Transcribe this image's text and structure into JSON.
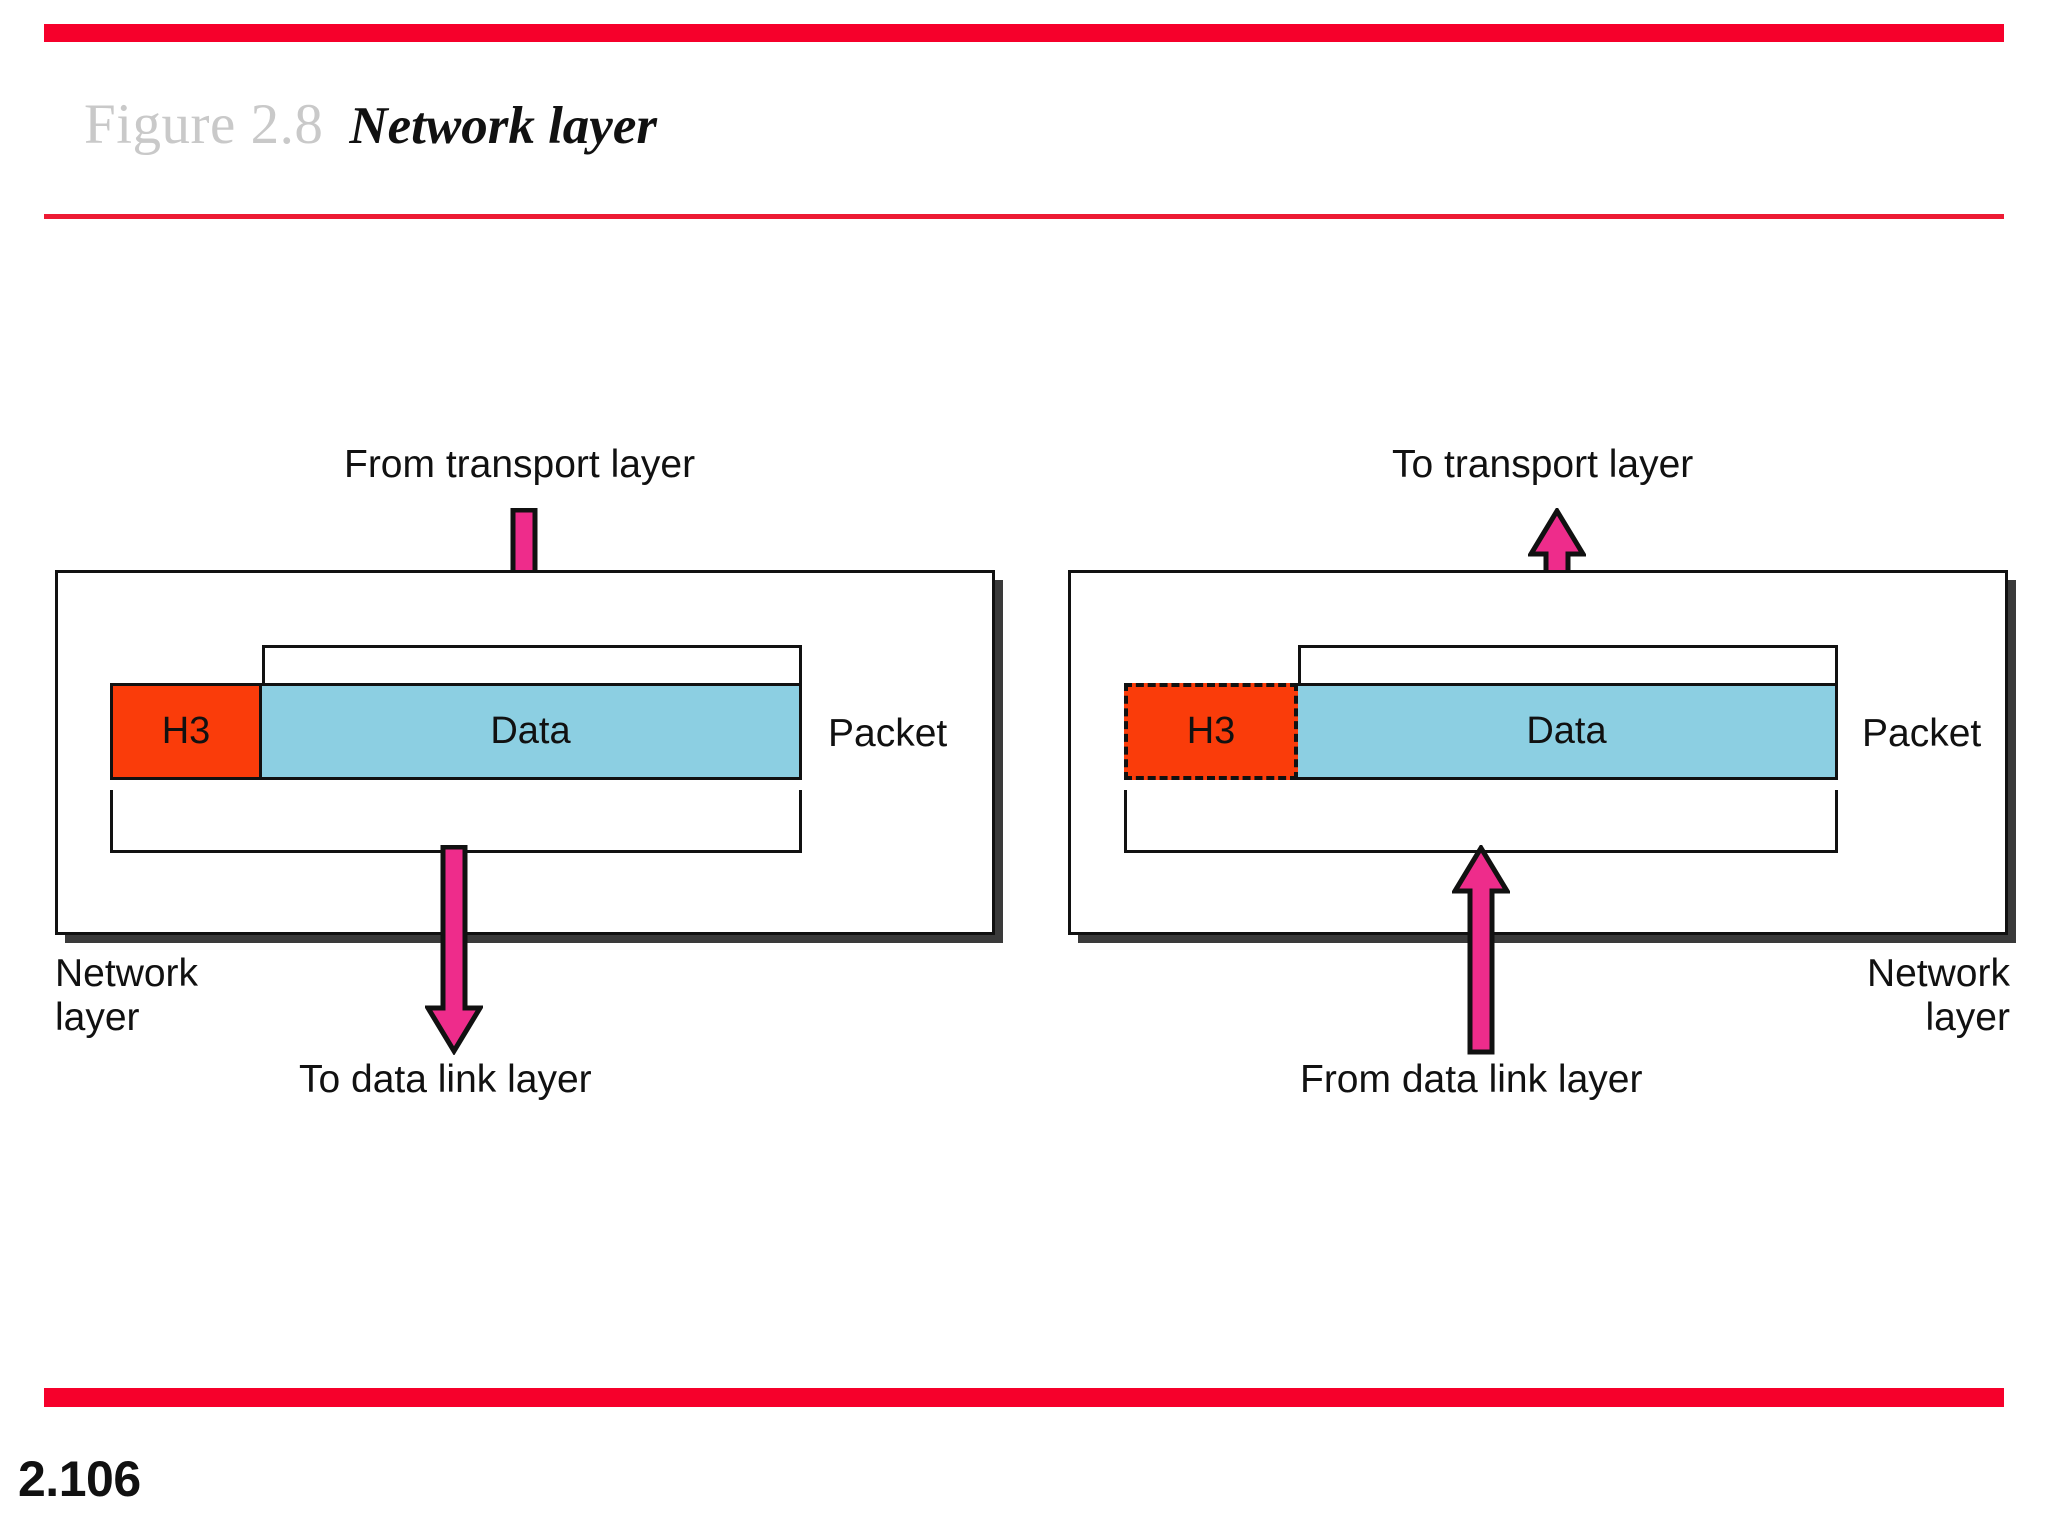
{
  "header": {
    "figure_number": "Figure 2.8",
    "figure_title": "Network layer",
    "rule_color": "#F6002B"
  },
  "footer": {
    "slide_number": "2.106"
  },
  "colors": {
    "header_cell": "#FA3C0A",
    "data_cell": "#8CCFE2",
    "arrow": "#EE2C8B",
    "outline": "#111111",
    "figure_number_gray": "#C9C9C9"
  },
  "diagrams": [
    {
      "id": "sending-network-layer",
      "side": "left",
      "top_label": "From transport layer",
      "bottom_label": "To data link layer",
      "layer_label_line1": "Network",
      "layer_label_line2": "layer",
      "layer_label_align": "left",
      "packet": {
        "header_label": "H3",
        "header_style": "solid",
        "data_label": "Data",
        "side_label": "Packet"
      },
      "top_arrow_direction": "down",
      "bottom_arrow_direction": "down"
    },
    {
      "id": "receiving-network-layer",
      "side": "right",
      "top_label": "To transport layer",
      "bottom_label": "From data link layer",
      "layer_label_line1": "Network",
      "layer_label_line2": "layer",
      "layer_label_align": "right",
      "packet": {
        "header_label": "H3",
        "header_style": "dashed",
        "data_label": "Data",
        "side_label": "Packet"
      },
      "top_arrow_direction": "up",
      "bottom_arrow_direction": "up"
    }
  ]
}
